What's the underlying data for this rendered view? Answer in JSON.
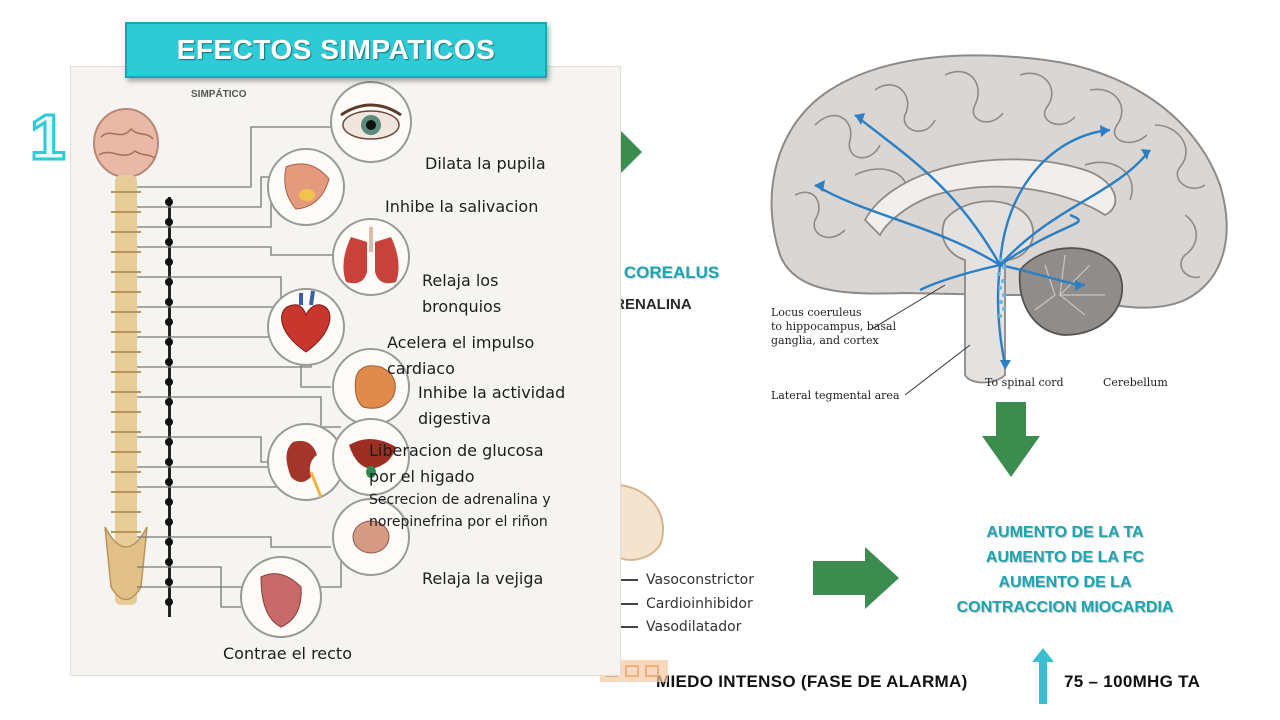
{
  "title": "EFECTOS SIMPATICOS",
  "background_number": "1",
  "locus": {
    "name": "OCUS COREALUS",
    "neurotransmitter": "ORADRENALINA"
  },
  "panel": {
    "caption": "SIMPÁTICO",
    "effects": [
      "Dilata la pupila",
      "Inhibe la salivacion",
      "Relaja los",
      "bronquios",
      "Acelera el impulso",
      "cardiaco",
      "Inhibe la actividad",
      "digestiva",
      "Liberacion de glucosa",
      "por el higado",
      "Secrecion de adrenalina y",
      "norepinefrina por el riñon",
      "Relaja la vejiga",
      "Contrae el recto"
    ]
  },
  "brain": {
    "label_locus": [
      "Locus coeruleus",
      "to hippocampus, basal",
      "ganglia, and cortex"
    ],
    "label_tegmental": "Lateral tegmental area",
    "label_spinal": "To spinal cord",
    "label_cerebellum": "Cerebellum"
  },
  "legend": [
    "Vasoconstrictor",
    "Cardioinhibidor",
    "Vasodilatador"
  ],
  "results": [
    "AUMENTO DE LA TA",
    "AUMENTO DE LA FC",
    "AUMENTO DE LA",
    "CONTRACCION MIOCARDIA"
  ],
  "fear_label": "MIEDO INTENSO (FASE DE ALARMA)",
  "ta_value": "75 – 100MHG TA",
  "colors": {
    "accent": "#2ecbd6",
    "arrow_green": "#3c8c50",
    "result_teal": "#1aa5b3",
    "up_arrow": "#3bbfd0"
  }
}
